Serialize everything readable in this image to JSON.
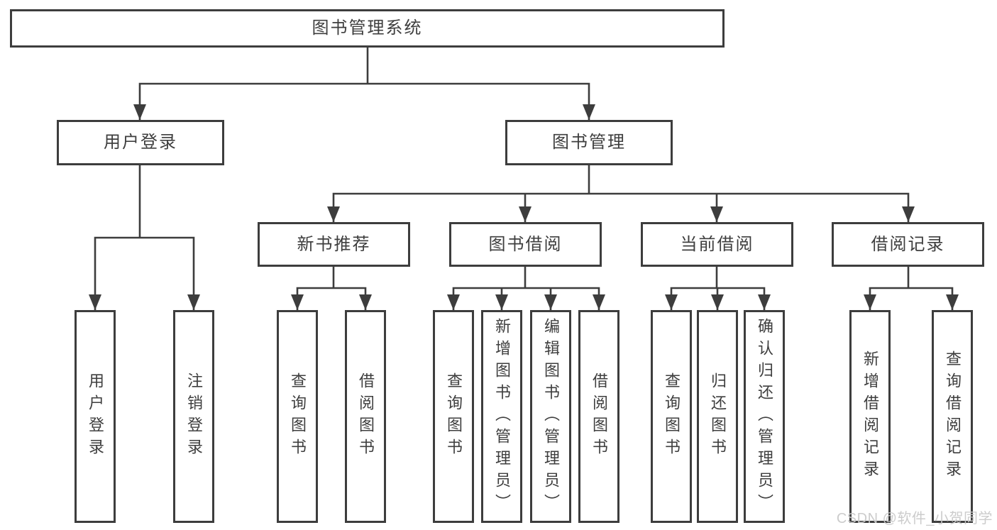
{
  "diagram": {
    "root": {
      "label": "图书管理系统"
    },
    "branches": [
      {
        "label": "用户登录",
        "children": [
          {
            "label": "用户登录"
          },
          {
            "label": "注销登录"
          }
        ]
      },
      {
        "label": "图书管理",
        "children": [
          {
            "label": "新书推荐",
            "children": [
              {
                "label": "查询图书"
              },
              {
                "label": "借阅图书"
              }
            ]
          },
          {
            "label": "图书借阅",
            "children": [
              {
                "label": "查询图书"
              },
              {
                "label": "新增图书（管理员）"
              },
              {
                "label": "编辑图书（管理员）"
              },
              {
                "label": "借阅图书"
              }
            ]
          },
          {
            "label": "当前借阅",
            "children": [
              {
                "label": "查询图书"
              },
              {
                "label": "归还图书"
              },
              {
                "label": "确认归还（管理员）"
              }
            ]
          },
          {
            "label": "借阅记录",
            "children": [
              {
                "label": "新增借阅记录"
              },
              {
                "label": "查询借阅记录"
              }
            ]
          }
        ]
      }
    ]
  },
  "watermark": "CSDN @软件_小贺同学",
  "colors": {
    "line": "#3d3d3d",
    "text": "#3e3e3e",
    "background": "#ffffff",
    "watermark": "#c9c9c9"
  }
}
